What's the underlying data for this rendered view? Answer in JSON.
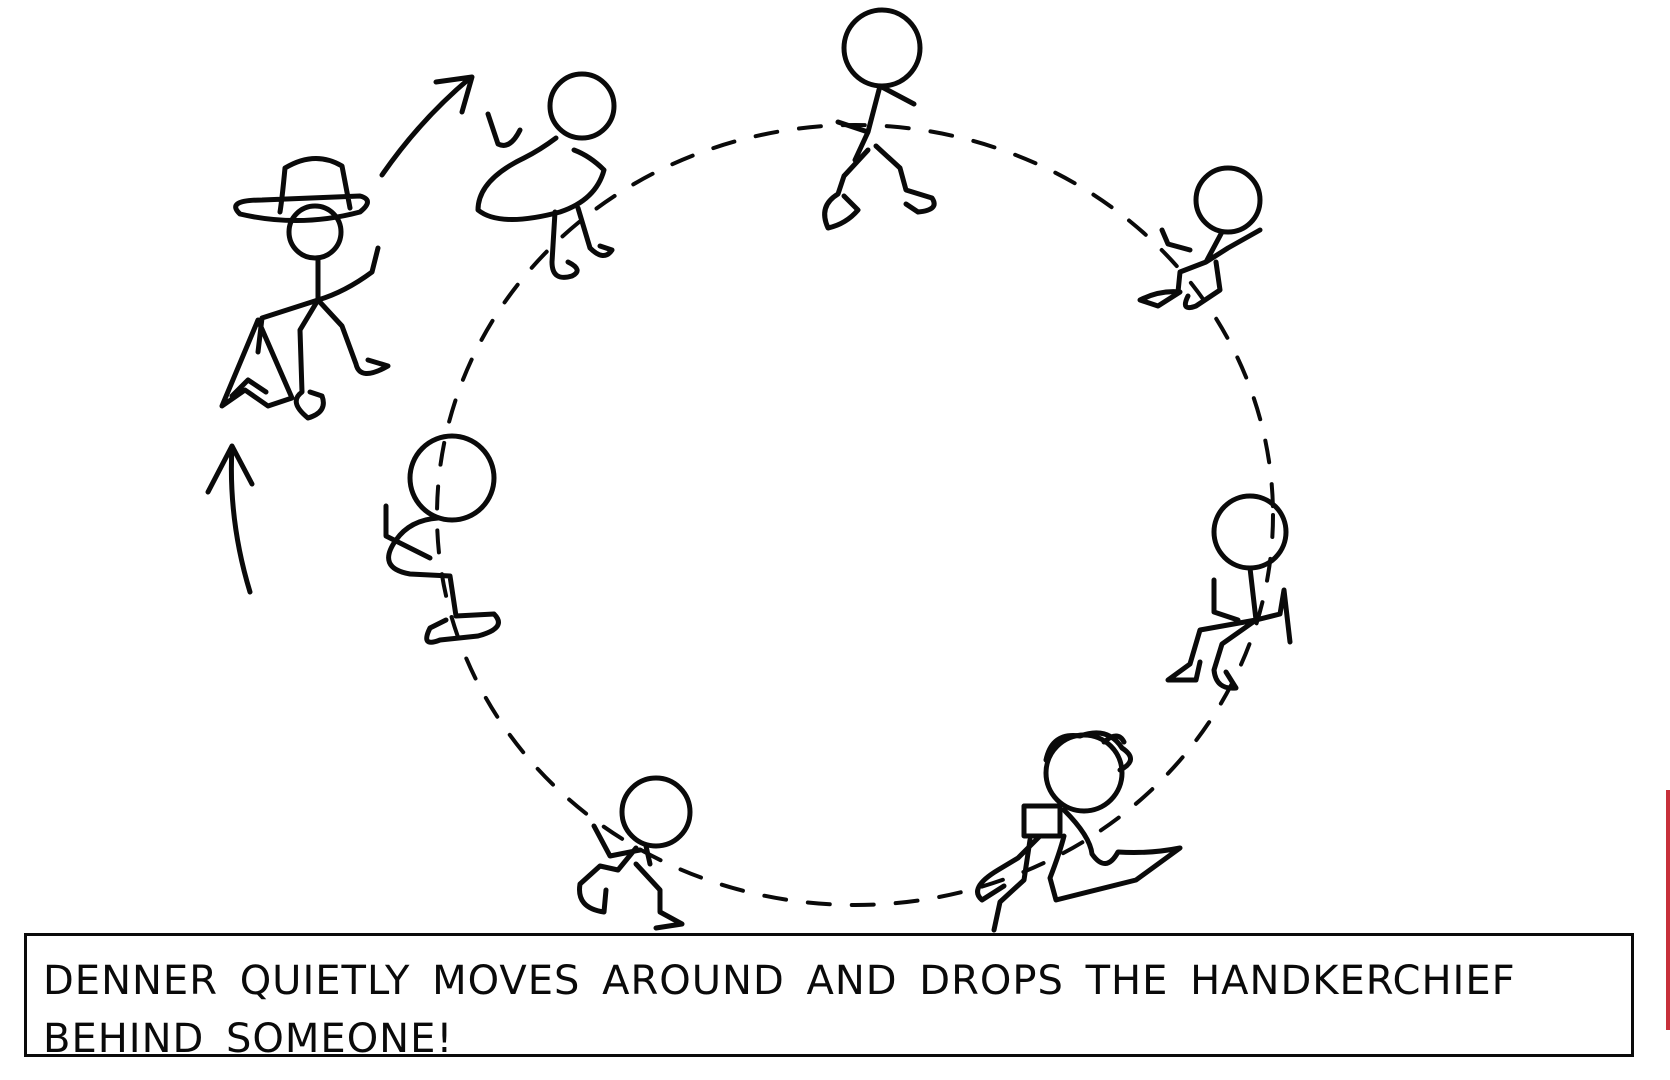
{
  "caption": {
    "text": "DENNER QUIETLY MOVES AROUND AND DROPS THE HANDKERCHIEF BEHIND SOMEONE!"
  },
  "figures": [
    {
      "name": "denner",
      "pose": "walking",
      "props": [
        "hat",
        "handkerchief"
      ]
    },
    {
      "name": "child-1",
      "pose": "sitting",
      "props": [
        "dress"
      ]
    },
    {
      "name": "child-2",
      "pose": "sitting",
      "props": []
    },
    {
      "name": "child-3",
      "pose": "sitting",
      "props": []
    },
    {
      "name": "child-4",
      "pose": "sitting",
      "props": []
    },
    {
      "name": "child-5",
      "pose": "sitting",
      "props": [
        "ponytail",
        "dress"
      ]
    },
    {
      "name": "child-6",
      "pose": "sitting",
      "props": []
    },
    {
      "name": "child-7",
      "pose": "sitting",
      "props": []
    }
  ],
  "style": {
    "ink": "#0a0a0a",
    "paper": "#ffffff",
    "edge_mark": "#c8303a"
  }
}
